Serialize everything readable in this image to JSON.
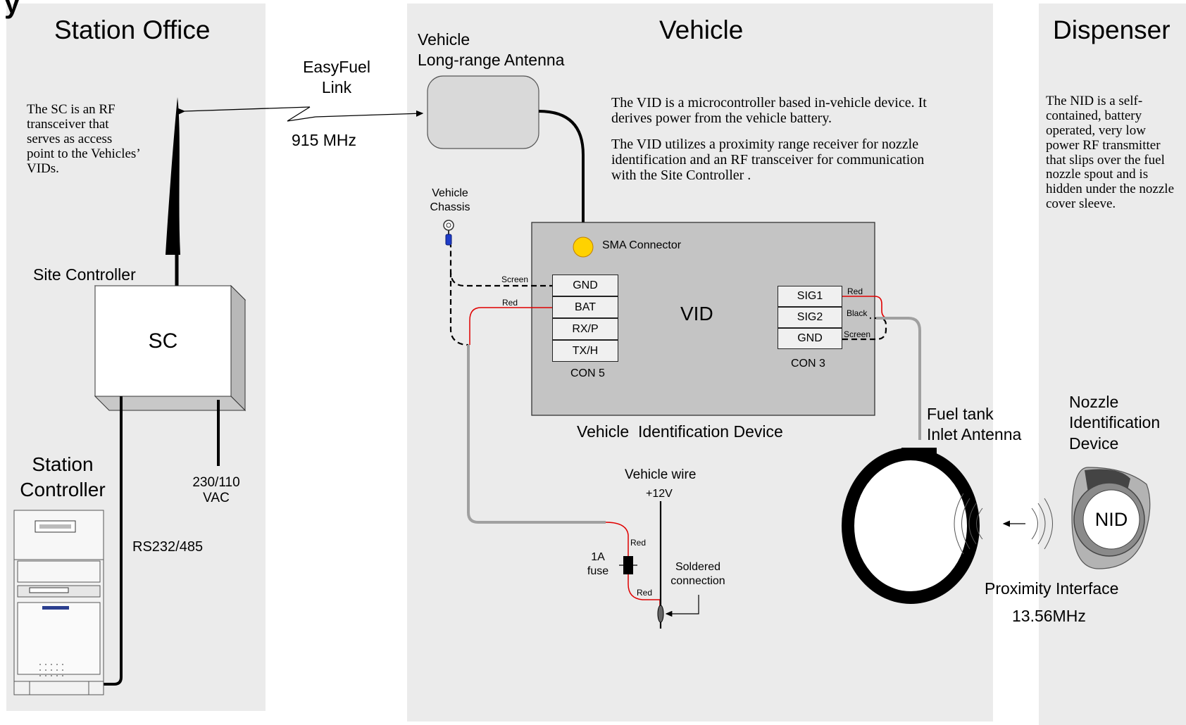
{
  "header": {
    "title_fragment": "y"
  },
  "panels": {
    "station_office": {
      "title": "Station Office"
    },
    "vehicle": {
      "title": "Vehicle"
    },
    "dispenser": {
      "title": "Dispenser"
    }
  },
  "station_office": {
    "sc_description": "The SC is an RF transceiver that serves as access point to the Vehicles’ VIDs.",
    "site_controller_label": "Site Controller",
    "sc_box_label": "SC",
    "station_controller_label_1": "Station",
    "station_controller_label_2": "Controller",
    "power_label_1": "230/110",
    "power_label_2": "VAC",
    "serial_label": "RS232/485"
  },
  "link": {
    "name_1": "EasyFuel",
    "name_2": "Link",
    "frequency": "915 MHz"
  },
  "vehicle": {
    "antenna_label_1": "Vehicle",
    "antenna_label_2": "Long-range Antenna",
    "vid_description_1": "The VID is a microcontroller based in-vehicle device. It derives  power from the vehicle battery.",
    "vid_description_2": "The VID utilizes a proximity range receiver for nozzle identification and an RF transceiver for communication with the Site Controller .",
    "chassis_label_1": "Vehicle",
    "chassis_label_2": "Chassis",
    "sma_label": "SMA Connector",
    "vid_label": "VID",
    "vid_caption": "Vehicle  Identification Device",
    "con5": {
      "label": "CON 5",
      "pins": [
        "GND",
        "BAT",
        "RX/P",
        "TX/H"
      ]
    },
    "con3": {
      "label": "CON 3",
      "pins": [
        "SIG1",
        "SIG2",
        "GND"
      ]
    },
    "wire_screen": "Screen",
    "wire_red": "Red",
    "wire_black": "Black",
    "vehicle_wire_label": "Vehicle wire",
    "voltage_label": "+12V",
    "fuse_label_1": "1A",
    "fuse_label_2": "fuse",
    "solder_label_1": "Soldered",
    "solder_label_2": "connection",
    "inlet_antenna_1": "Fuel tank",
    "inlet_antenna_2": "Inlet Antenna"
  },
  "dispenser": {
    "nid_description": "The NID is a self-contained, battery operated, very low power RF transmitter that slips over the fuel nozzle spout and is hidden under the nozzle cover sleeve.",
    "nid_label_1": "Nozzle",
    "nid_label_2": "Identification",
    "nid_label_3": "Device",
    "nid_badge": "NID",
    "proximity_label": "Proximity Interface",
    "proximity_frequency": "13.56MHz"
  },
  "colors": {
    "panel": "#ebebeb",
    "wire_red": "#e00000",
    "cable_gray": "#a0a0a0",
    "sma_yellow": "#ffd200",
    "chassis_blue": "#1e3cc8"
  }
}
